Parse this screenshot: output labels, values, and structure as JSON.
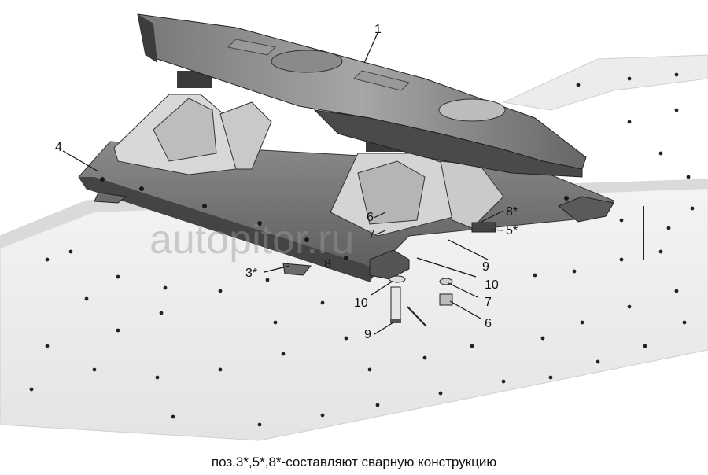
{
  "callouts": {
    "c1": "1",
    "c4": "4",
    "c6a": "6",
    "c7a": "7",
    "c8star": "8*",
    "c5star": "5*",
    "c9a": "9",
    "c10a": "10",
    "c3star": "3*",
    "c8": "8",
    "c10b": "10",
    "c7b": "7",
    "c9b": "9",
    "c6b": "6"
  },
  "watermark": "autopitor.ru",
  "caption": "поз.3*,5*,8*-составляют сварную конструкцию"
}
